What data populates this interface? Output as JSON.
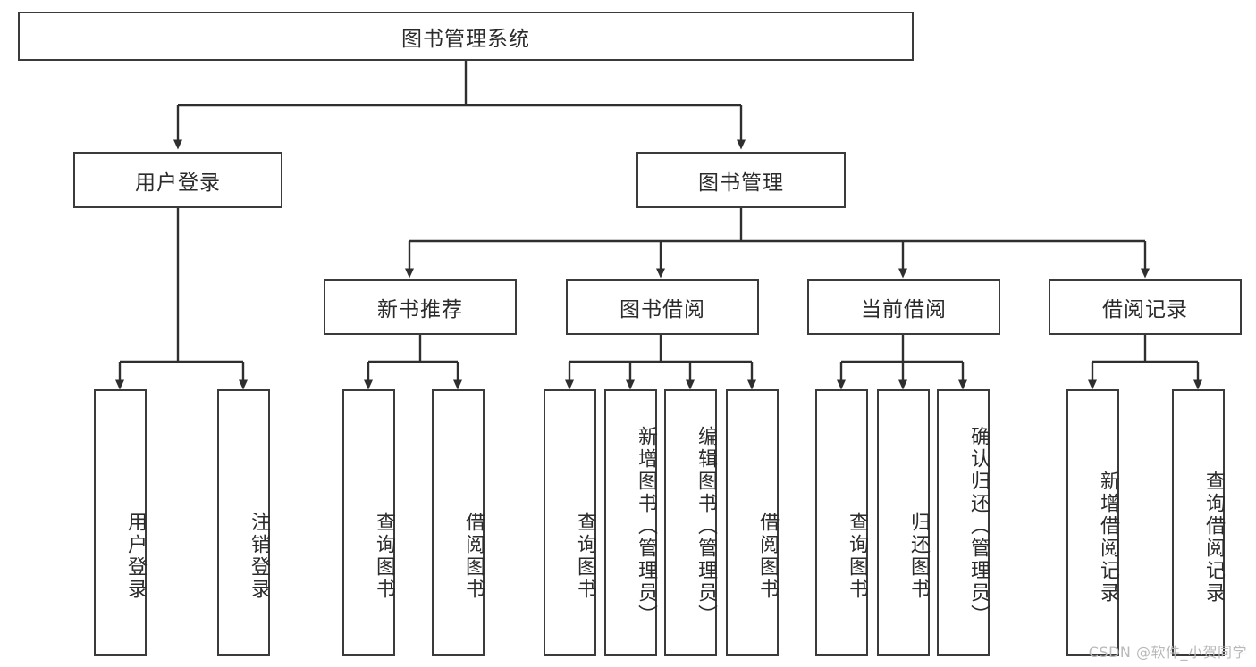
{
  "diagram": {
    "title": "图书管理系统",
    "type": "tree-hierarchy-chart",
    "root": {
      "label": "图书管理系统"
    },
    "level2": [
      {
        "label": "用户登录"
      },
      {
        "label": "图书管理"
      }
    ],
    "level3": [
      {
        "label": "新书推荐"
      },
      {
        "label": "图书借阅"
      },
      {
        "label": "当前借阅"
      },
      {
        "label": "借阅记录"
      }
    ],
    "leaves": {
      "user_login": [
        {
          "label": "用户登录"
        },
        {
          "label": "注销登录"
        }
      ],
      "new_book_recommend": [
        {
          "label": "查询图书"
        },
        {
          "label": "借阅图书"
        }
      ],
      "book_borrow": [
        {
          "label": "查询图书"
        },
        {
          "label": "新增图书（管理员）"
        },
        {
          "label": "编辑图书（管理员）"
        },
        {
          "label": "借阅图书"
        }
      ],
      "current_borrow": [
        {
          "label": "查询图书"
        },
        {
          "label": "归还图书"
        },
        {
          "label": "确认归还（管理员）"
        }
      ],
      "borrow_record": [
        {
          "label": "新增借阅记录"
        },
        {
          "label": "查询借阅记录"
        }
      ]
    }
  },
  "watermark": {
    "text": "CSDN @软件_小贺同学"
  },
  "colors": {
    "border": "#3b3b3b",
    "text": "#2b2b2b",
    "background": "#ffffff",
    "watermark": "#b9b9b9"
  }
}
